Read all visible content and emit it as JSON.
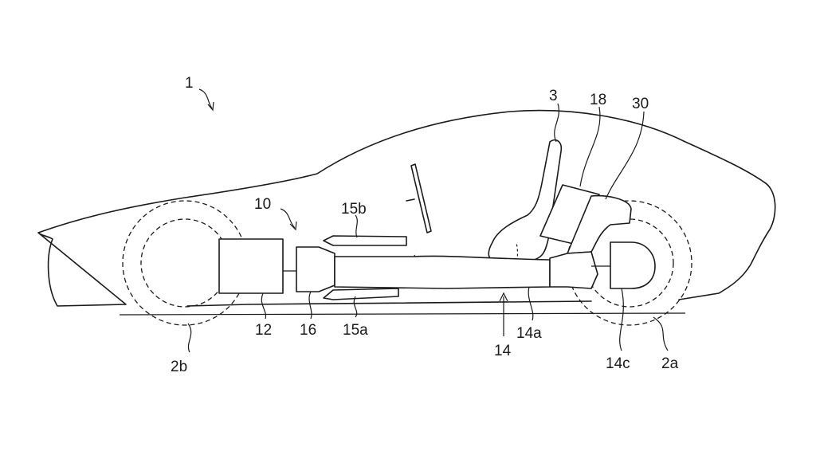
{
  "figure": {
    "labels": {
      "vehicle": "1",
      "seat": "3",
      "rear_wheel": "2b",
      "front_wheel": "2a",
      "powertrain": "10",
      "engine": "12",
      "transmission": "16",
      "frame_upper": "15b",
      "frame_lower": "15a",
      "propeller_shaft": "14",
      "shaft_member": "14a",
      "differential": "14c",
      "battery": "18",
      "bracket": "30"
    }
  }
}
